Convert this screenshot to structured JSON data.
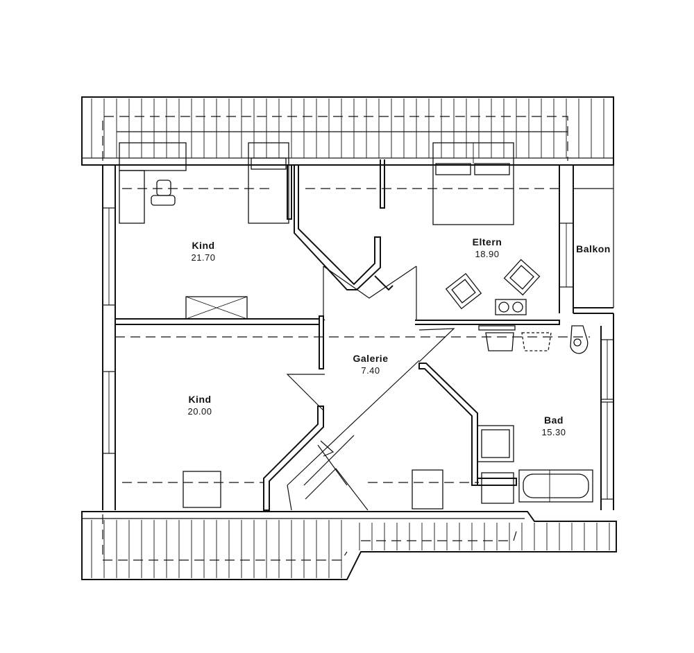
{
  "plan": {
    "rooms": [
      {
        "name": "Kind",
        "area": "21.70"
      },
      {
        "name": "Eltern",
        "area": "18.90"
      },
      {
        "name": "Balkon",
        "area": ""
      },
      {
        "name": "Galerie",
        "area": "7.40"
      },
      {
        "name": "Kind",
        "area": "20.00"
      },
      {
        "name": "Bad",
        "area": "15.30"
      }
    ]
  }
}
